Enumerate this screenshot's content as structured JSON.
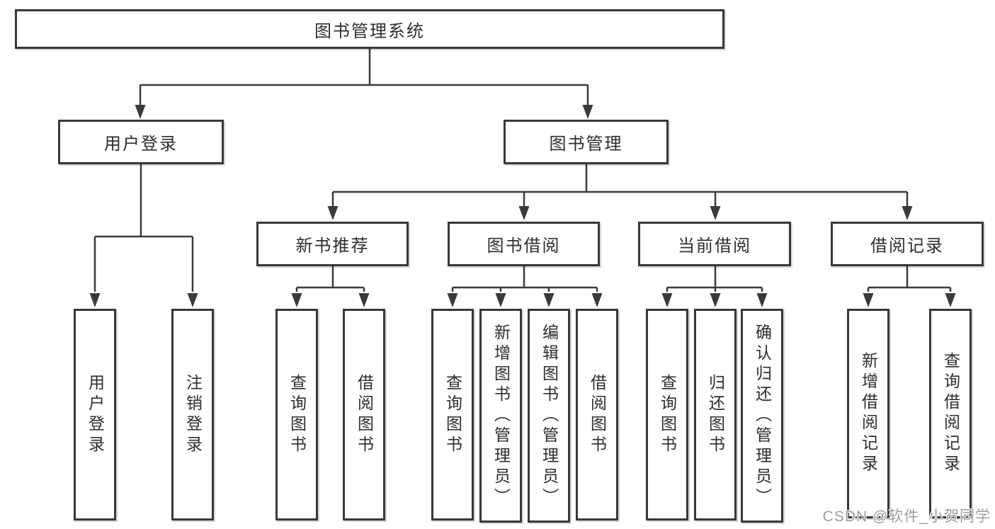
{
  "diagram_title": "图书管理系统",
  "nodes": {
    "root": "图书管理系统",
    "user_login": "用户登录",
    "book_mgmt": "图书管理",
    "new_book_rec": "新书推荐",
    "book_borrow": "图书借阅",
    "current_borrow": "当前借阅",
    "borrow_record": "借阅记录",
    "login": "用户登录",
    "logout": "注销登录",
    "rec_query_book": "查询图书",
    "rec_borrow_book": "借阅图书",
    "bb_query_book": "查询图书",
    "bb_add_book": "新增图书（管理员）",
    "bb_edit_book": "编辑图书（管理员）",
    "bb_borrow_book": "借阅图书",
    "cb_query_book": "查询图书",
    "cb_return_book": "归还图书",
    "cb_confirm_return": "确认归还（管理员）",
    "br_add_record": "新增借阅记录",
    "br_query_record": "查询借阅记录"
  },
  "watermark": "CSDN @软件_小贺同学",
  "colors": {
    "line": "#3a3a3a",
    "border": "#383838",
    "text": "#2d2d2d",
    "watermark": "#9d9da2",
    "background": "#ffffff"
  }
}
